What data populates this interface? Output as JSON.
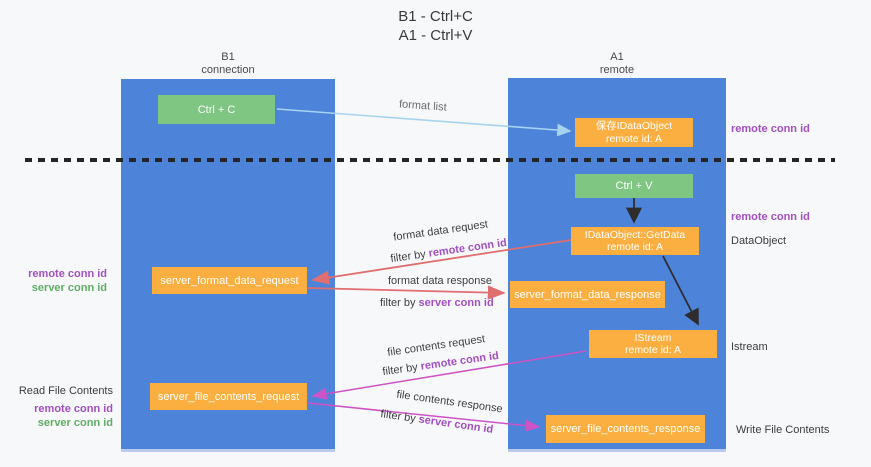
{
  "title": {
    "line1": "B1 - Ctrl+C",
    "line2": "A1 - Ctrl+V"
  },
  "columns": {
    "left": {
      "name": "B1",
      "subtitle": "connection"
    },
    "right": {
      "name": "A1",
      "subtitle": "remote"
    }
  },
  "nodes": {
    "ctrl_c": "Ctrl + C",
    "save_dataobject": {
      "line1": "保存IDataObject",
      "line2": "remote id: A"
    },
    "ctrl_v": "Ctrl + V",
    "getdata": {
      "line1": "IDataObject::GetData",
      "line2": "remote id: A"
    },
    "format_request": "server_format_data_request",
    "format_response": "server_format_data_response",
    "istream": {
      "line1": "IStream",
      "line2": "remote id: A"
    },
    "file_request": "server_file_contents_request",
    "file_response": "server_file_contents_response"
  },
  "arrow_labels": {
    "format_list": "format list",
    "format_data_request": "format data request",
    "format_data_response": "format data response",
    "file_contents_request": "file contents request",
    "file_contents_response": "file contents response",
    "filter_by": "filter by",
    "remote_conn_id": "remote conn id",
    "server_conn_id": "server conn id"
  },
  "side_labels": {
    "remote_conn_id": "remote conn id",
    "server_conn_id": "server conn id",
    "dataobject": "DataObject",
    "istream": "Istream",
    "read_file_contents": "Read File Contents",
    "write_file_contents": "Write File Contents"
  },
  "colors": {
    "column_blue": "#4e83da",
    "box_green": "#7fc683",
    "box_orange": "#fbaf41",
    "arrow_light_blue": "#a8d3f0",
    "arrow_red": "#e06e6e",
    "arrow_magenta": "#cf52c6",
    "arrow_black": "#2d2d2d",
    "text_purple": "#a34fc3",
    "text_green": "#5faf63"
  }
}
